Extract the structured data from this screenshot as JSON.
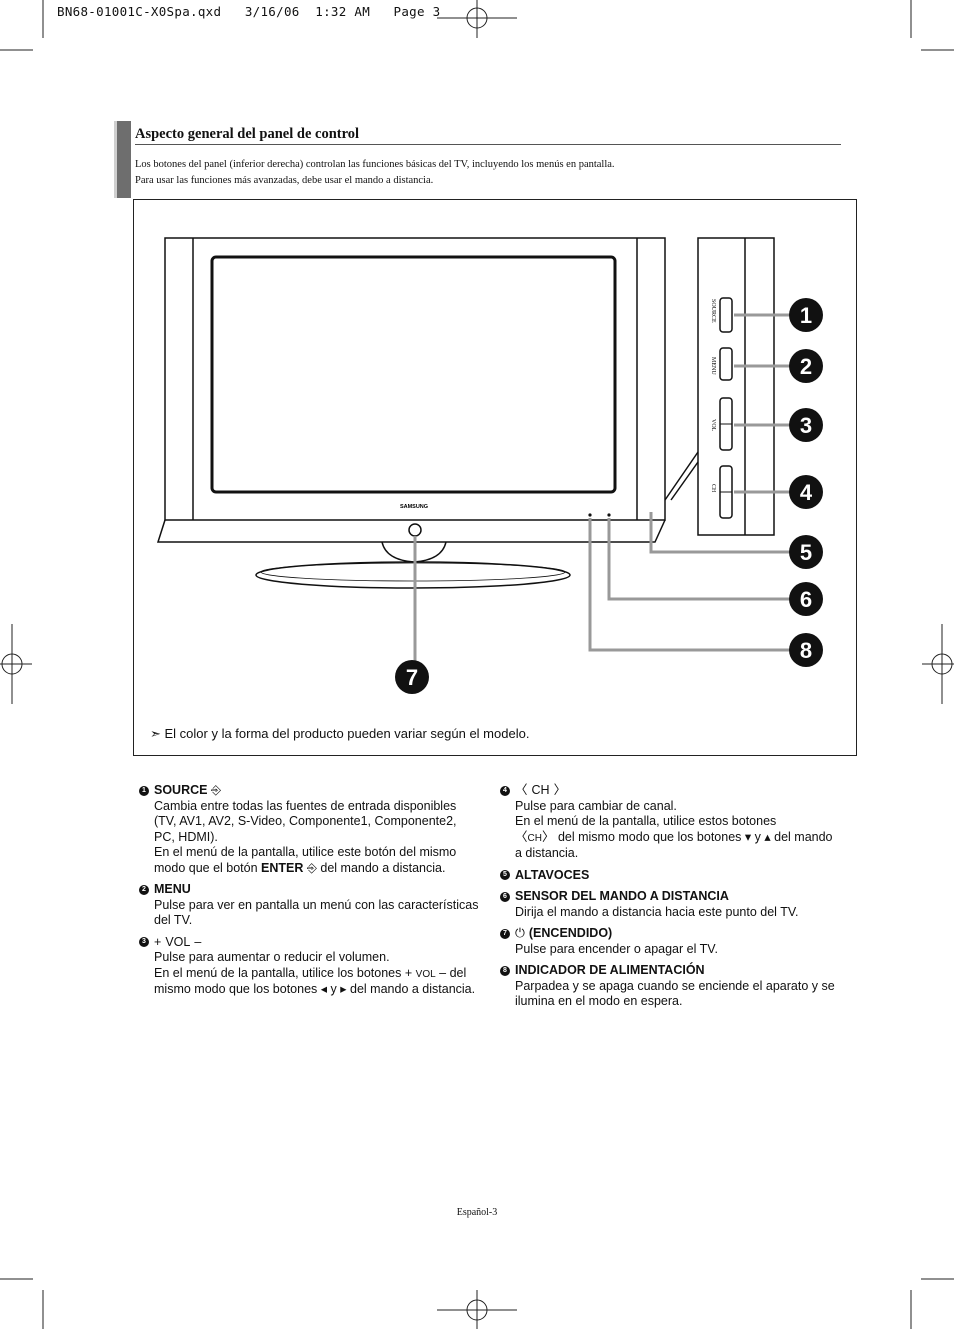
{
  "slug": "BN68-01001C-X0Spa.qxd   3/16/06  1:32 AM   Page 3",
  "section": {
    "title": "Aspecto general del panel de control",
    "intro_line1": "Los botones del panel (inferior derecha) controlan las funciones básicas del TV, incluyendo los menús en pantalla.",
    "intro_line2": "Para usar las funciones más avanzadas, debe usar el mando a distancia."
  },
  "figure": {
    "brand": "SAMSUNG",
    "panel_labels": {
      "source": "SOURCE",
      "menu": "MENU",
      "vol": "VOL",
      "ch": "CH"
    },
    "callouts": [
      "1",
      "2",
      "3",
      "4",
      "5",
      "6",
      "7",
      "8"
    ],
    "note": "➣ El color y la forma del producto pueden variar según el modelo."
  },
  "items": {
    "source": {
      "num": "1",
      "title": "SOURCE",
      "body1": "Cambia entre todas las fuentes de entrada disponibles (TV, AV1, AV2, S-Video, Componente1, Componente2, PC, HDMI).",
      "body2_a": "En el menú de la pantalla, utilice este botón del mismo modo que el botón ",
      "body2_b": "ENTER",
      "body2_c": " del mando a distancia."
    },
    "menu": {
      "num": "2",
      "title": "MENU",
      "body": "Pulse para ver en pantalla un menú con las características del TV."
    },
    "vol": {
      "num": "3",
      "title": "VOL",
      "body1": "Pulse para aumentar o reducir el volumen.",
      "body2_a": "En el menú de la pantalla, utilice los botones ",
      "body2_vol": "VOL",
      "body2_b": " del mismo modo que los botones ",
      "body2_y": "y",
      "body2_c": " del mando a distancia."
    },
    "ch": {
      "num": "4",
      "title": "CH",
      "body1": "Pulse para cambiar de canal.",
      "body2_a": "En el menú de la pantalla, utilice estos botones",
      "body2_ch": "CH",
      "body2_b": " del mismo modo que los botones ",
      "body2_y": "y",
      "body2_c": " del mando a distancia."
    },
    "altavoces": {
      "num": "5",
      "title": "ALTAVOCES"
    },
    "sensor": {
      "num": "6",
      "title": "SENSOR DEL MANDO A DISTANCIA",
      "body": "Dirija el mando a distancia hacia este punto del TV."
    },
    "power": {
      "num": "7",
      "title": "(ENCENDIDO)",
      "body": "Pulse para encender o apagar el TV."
    },
    "indicator": {
      "num": "8",
      "title": "INDICADOR DE ALIMENTACIÓN",
      "body": "Parpadea y se apaga cuando se enciende el aparato y se ilumina en el modo en espera."
    }
  },
  "footer": "Español-3"
}
